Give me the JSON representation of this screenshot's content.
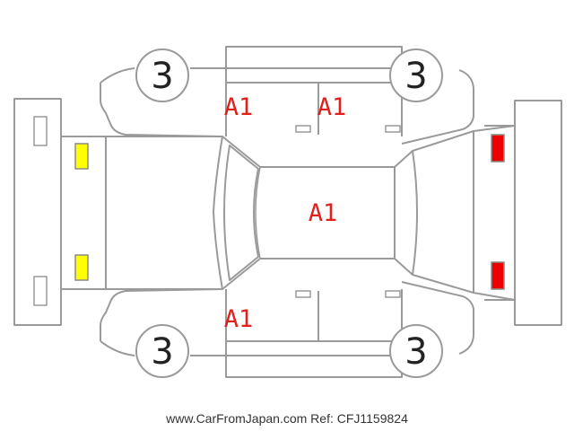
{
  "diagram": {
    "wheel_grade": "3",
    "panel_marks": {
      "upper_front_door": "A1",
      "upper_rear_door": "A1",
      "roof": "A1",
      "lower_front_door": "A1"
    },
    "colors": {
      "outline": "#9a9a9a",
      "mark_text": "#e0201a",
      "front_lamp": "#ffff00",
      "rear_lamp": "#ee0000"
    }
  },
  "footer": {
    "reference": "www.CarFromJapan.com Ref: CFJ1159824"
  }
}
